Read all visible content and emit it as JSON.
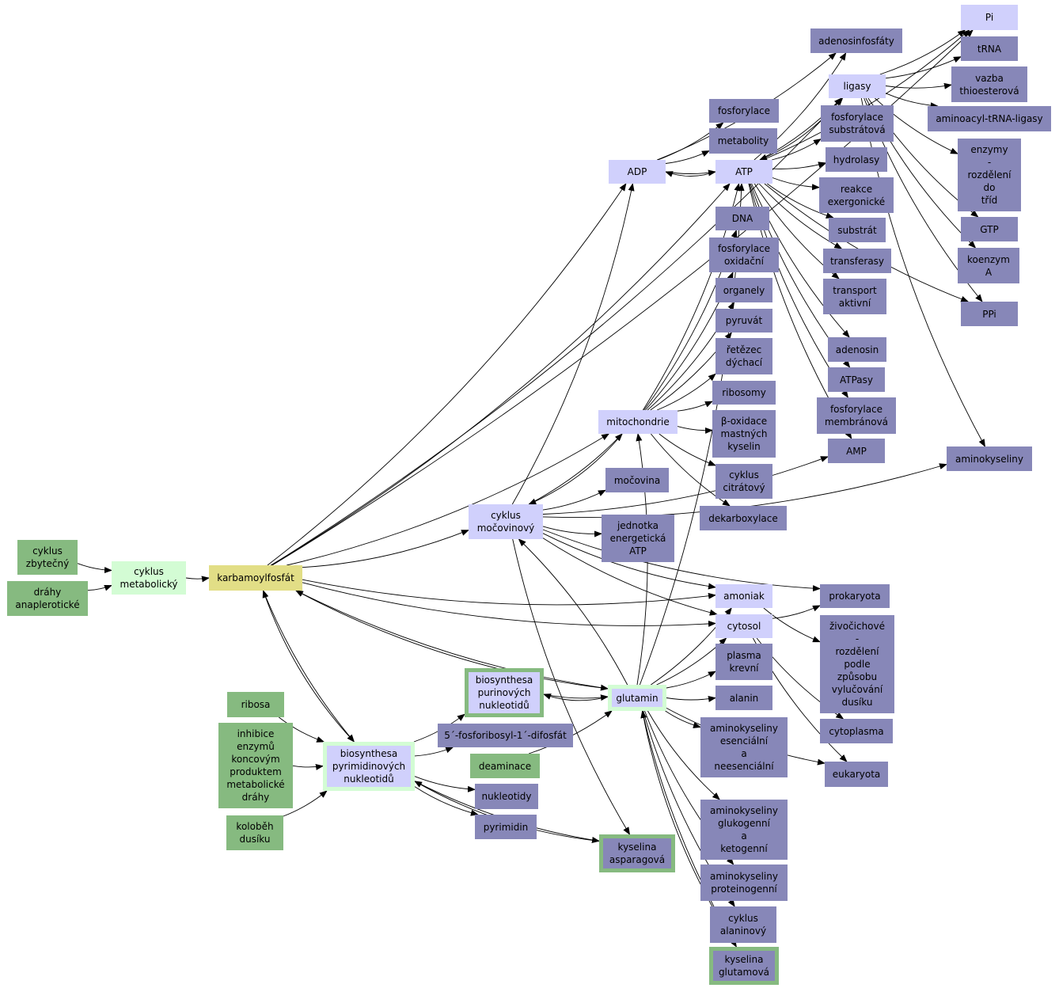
{
  "colors": {
    "center": "#e2de86",
    "input": "#86ba80",
    "light": "#d3fcd4",
    "concept": "#d0d0fc",
    "leaf": "#8787b8",
    "edge": "#000000"
  },
  "nodes": [
    {
      "id": "karbamoylfosfat",
      "label": "karbamoylfosfát",
      "kind": "center"
    },
    {
      "id": "cyklus_zbytecny",
      "label": "cyklus\nzbytečný",
      "kind": "green"
    },
    {
      "id": "drahy_anaplerot",
      "label": "dráhy\nanaplerotické",
      "kind": "green"
    },
    {
      "id": "cyklus_metabolicky",
      "label": "cyklus\nmetabolický",
      "kind": "light"
    },
    {
      "id": "ribosa",
      "label": "ribosa",
      "kind": "green"
    },
    {
      "id": "inhibice",
      "label": "inhibice\nenzymů\nkoncovým\nproduktem\nmetabolické\ndráhy",
      "kind": "green"
    },
    {
      "id": "kolobeh",
      "label": "koloběh\ndusíku",
      "kind": "green"
    },
    {
      "id": "biosynthesa_pyr",
      "label": "biosynthesa\npyrimidinových\nnukleotidů",
      "kind": "concept",
      "frame": "light"
    },
    {
      "id": "biosynthesa_pur",
      "label": "biosynthesa\npurinových\nnukleotidů",
      "kind": "concept",
      "frame": "green"
    },
    {
      "id": "fosforibosyl",
      "label": "5´-fosforibosyl-1´-difosfát",
      "kind": "leaf"
    },
    {
      "id": "deaminace",
      "label": "deaminace",
      "kind": "green"
    },
    {
      "id": "nukleotidy",
      "label": "nukleotidy",
      "kind": "leaf"
    },
    {
      "id": "pyrimidin",
      "label": "pyrimidin",
      "kind": "leaf"
    },
    {
      "id": "kyselina_asp",
      "label": "kyselina\nasparagová",
      "kind": "leaf",
      "frame": "green"
    },
    {
      "id": "glutamin",
      "label": "glutamin",
      "kind": "concept",
      "frame": "light"
    },
    {
      "id": "cyklus_mocovinovy",
      "label": "cyklus\nmočovinový",
      "kind": "concept"
    },
    {
      "id": "mitochondrie",
      "label": "mitochondrie",
      "kind": "concept"
    },
    {
      "id": "adp",
      "label": "ADP",
      "kind": "concept"
    },
    {
      "id": "atp",
      "label": "ATP",
      "kind": "concept"
    },
    {
      "id": "amoniak",
      "label": "amoniak",
      "kind": "concept"
    },
    {
      "id": "cytosol",
      "label": "cytosol",
      "kind": "concept"
    },
    {
      "id": "ligasy",
      "label": "ligasy",
      "kind": "concept"
    },
    {
      "id": "pi",
      "label": "Pi",
      "kind": "concept"
    },
    {
      "id": "mocovina",
      "label": "močovina",
      "kind": "leaf"
    },
    {
      "id": "jednotka",
      "label": "jednotka\nenergetická\nATP",
      "kind": "leaf"
    },
    {
      "id": "fosforylace",
      "label": "fosforylace",
      "kind": "leaf"
    },
    {
      "id": "metabolity",
      "label": "metabolity",
      "kind": "leaf"
    },
    {
      "id": "adenosinfosfaty",
      "label": "adenosinfosfáty",
      "kind": "leaf"
    },
    {
      "id": "dna",
      "label": "DNA",
      "kind": "leaf"
    },
    {
      "id": "fosf_oxid",
      "label": "fosforylace\noxidační",
      "kind": "leaf"
    },
    {
      "id": "organely",
      "label": "organely",
      "kind": "leaf"
    },
    {
      "id": "pyruvat",
      "label": "pyruvát",
      "kind": "leaf"
    },
    {
      "id": "retezec",
      "label": "řetězec\ndýchací",
      "kind": "leaf"
    },
    {
      "id": "ribosomy",
      "label": "ribosomy",
      "kind": "leaf"
    },
    {
      "id": "beta_oxidace",
      "label": "β-oxidace\nmastných\nkyselin",
      "kind": "leaf"
    },
    {
      "id": "cyklus_citratovy",
      "label": "cyklus\ncitrátový",
      "kind": "leaf"
    },
    {
      "id": "dekarboxylace",
      "label": "dekarboxylace",
      "kind": "leaf"
    },
    {
      "id": "fosf_substrat",
      "label": "fosforylace\nsubstrátová",
      "kind": "leaf"
    },
    {
      "id": "hydrolasy",
      "label": "hydrolasy",
      "kind": "leaf"
    },
    {
      "id": "reakce_exerg",
      "label": "reakce\nexergonické",
      "kind": "leaf"
    },
    {
      "id": "substrat",
      "label": "substrát",
      "kind": "leaf"
    },
    {
      "id": "transferasy",
      "label": "transferasy",
      "kind": "leaf"
    },
    {
      "id": "transport",
      "label": "transport\naktivní",
      "kind": "leaf"
    },
    {
      "id": "adenosin",
      "label": "adenosin",
      "kind": "leaf"
    },
    {
      "id": "atpasy",
      "label": "ATPasy",
      "kind": "leaf"
    },
    {
      "id": "fosf_membr",
      "label": "fosforylace\nmembránová",
      "kind": "leaf"
    },
    {
      "id": "amp",
      "label": "AMP",
      "kind": "leaf"
    },
    {
      "id": "trna",
      "label": "tRNA",
      "kind": "leaf"
    },
    {
      "id": "vazba",
      "label": "vazba\nthioesterová",
      "kind": "leaf"
    },
    {
      "id": "aminoacyl",
      "label": "aminoacyl-tRNA-ligasy",
      "kind": "leaf"
    },
    {
      "id": "enzymy",
      "label": "enzymy\n-\nrozdělení\ndo\ntříd",
      "kind": "leaf"
    },
    {
      "id": "gtp",
      "label": "GTP",
      "kind": "leaf"
    },
    {
      "id": "koenzym",
      "label": "koenzym\nA",
      "kind": "leaf"
    },
    {
      "id": "ppi",
      "label": "PPi",
      "kind": "leaf"
    },
    {
      "id": "aminokyseliny",
      "label": "aminokyseliny",
      "kind": "leaf"
    },
    {
      "id": "prokaryota",
      "label": "prokaryota",
      "kind": "leaf"
    },
    {
      "id": "zivocichove",
      "label": "živočichové\n-\nrozdělení\npodle\nzpůsobu\nvylučování\ndusíku",
      "kind": "leaf"
    },
    {
      "id": "cytoplasma",
      "label": "cytoplasma",
      "kind": "leaf"
    },
    {
      "id": "eukaryota",
      "label": "eukaryota",
      "kind": "leaf"
    },
    {
      "id": "plasma",
      "label": "plasma\nkrevní",
      "kind": "leaf"
    },
    {
      "id": "alanin",
      "label": "alanin",
      "kind": "leaf"
    },
    {
      "id": "ak_esenc",
      "label": "aminokyseliny\nesenciální\na\nneesenciální",
      "kind": "leaf"
    },
    {
      "id": "ak_gluko",
      "label": "aminokyseliny\nglukogenní\na\nketogenní",
      "kind": "leaf"
    },
    {
      "id": "ak_protein",
      "label": "aminokyseliny\nproteinogenní",
      "kind": "leaf"
    },
    {
      "id": "cyklus_alaninovy",
      "label": "cyklus\nalaninový",
      "kind": "leaf"
    },
    {
      "id": "kyselina_glu",
      "label": "kyselina\nglutamová",
      "kind": "leaf",
      "frame": "green"
    }
  ],
  "edges": [
    [
      "cyklus_zbytecny",
      "cyklus_metabolicky"
    ],
    [
      "drahy_anaplerot",
      "cyklus_metabolicky"
    ],
    [
      "cyklus_metabolicky",
      "karbamoylfosfat"
    ],
    [
      "karbamoylfosfat",
      "pi"
    ],
    [
      "karbamoylfosfat",
      "ligasy"
    ],
    [
      "karbamoylfosfat",
      "adp"
    ],
    [
      "karbamoylfosfat",
      "atp"
    ],
    [
      "karbamoylfosfat",
      "mitochondrie"
    ],
    [
      "karbamoylfosfat",
      "cyklus_mocovinovy"
    ],
    [
      "karbamoylfosfat",
      "amoniak"
    ],
    [
      "karbamoylfosfat",
      "cytosol"
    ],
    [
      "karbamoylfosfat",
      "glutamin"
    ],
    [
      "karbamoylfosfat",
      "biosynthesa_pyr"
    ],
    [
      "glutamin",
      "karbamoylfosfat"
    ],
    [
      "biosynthesa_pyr",
      "karbamoylfosfat"
    ],
    [
      "ribosa",
      "biosynthesa_pyr"
    ],
    [
      "inhibice",
      "biosynthesa_pyr"
    ],
    [
      "kolobeh",
      "biosynthesa_pyr"
    ],
    [
      "biosynthesa_pyr",
      "biosynthesa_pur"
    ],
    [
      "biosynthesa_pyr",
      "fosforibosyl"
    ],
    [
      "biosynthesa_pyr",
      "nukleotidy"
    ],
    [
      "biosynthesa_pyr",
      "pyrimidin"
    ],
    [
      "biosynthesa_pyr",
      "kyselina_asp"
    ],
    [
      "kyselina_asp",
      "biosynthesa_pyr"
    ],
    [
      "biosynthesa_pur",
      "glutamin"
    ],
    [
      "glutamin",
      "biosynthesa_pur"
    ],
    [
      "deaminace",
      "glutamin"
    ],
    [
      "cyklus_mocovinovy",
      "mocovina"
    ],
    [
      "cyklus_mocovinovy",
      "jednotka"
    ],
    [
      "cyklus_mocovinovy",
      "mitochondrie"
    ],
    [
      "mitochondrie",
      "cyklus_mocovinovy"
    ],
    [
      "cyklus_mocovinovy",
      "adp"
    ],
    [
      "cyklus_mocovinovy",
      "amoniak"
    ],
    [
      "cyklus_mocovinovy",
      "cytosol"
    ],
    [
      "cyklus_mocovinovy",
      "prokaryota"
    ],
    [
      "cyklus_mocovinovy",
      "aminokyseliny"
    ],
    [
      "cyklus_mocovinovy",
      "kyselina_asp"
    ],
    [
      "cyklus_mocovinovy",
      "amp"
    ],
    [
      "glutamin",
      "cyklus_mocovinovy"
    ],
    [
      "glutamin",
      "mitochondrie"
    ],
    [
      "mitochondrie",
      "dna"
    ],
    [
      "mitochondrie",
      "fosf_oxid"
    ],
    [
      "mitochondrie",
      "organely"
    ],
    [
      "mitochondrie",
      "pyruvat"
    ],
    [
      "mitochondrie",
      "retezec"
    ],
    [
      "mitochondrie",
      "ribosomy"
    ],
    [
      "mitochondrie",
      "beta_oxidace"
    ],
    [
      "mitochondrie",
      "cyklus_citratovy"
    ],
    [
      "mitochondrie",
      "dekarboxylace"
    ],
    [
      "mitochondrie",
      "atp"
    ],
    [
      "adp",
      "fosforylace"
    ],
    [
      "adp",
      "metabolity"
    ],
    [
      "adp",
      "adenosinfosfaty"
    ],
    [
      "adp",
      "atp"
    ],
    [
      "atp",
      "adp"
    ],
    [
      "atp",
      "ligasy"
    ],
    [
      "ligasy",
      "atp"
    ],
    [
      "atp",
      "adenosinfosfaty"
    ],
    [
      "atp",
      "fosf_substrat"
    ],
    [
      "atp",
      "hydrolasy"
    ],
    [
      "atp",
      "reakce_exerg"
    ],
    [
      "atp",
      "substrat"
    ],
    [
      "atp",
      "transferasy"
    ],
    [
      "atp",
      "transport"
    ],
    [
      "atp",
      "adenosin"
    ],
    [
      "atp",
      "atpasy"
    ],
    [
      "atp",
      "fosf_membr"
    ],
    [
      "atp",
      "amp"
    ],
    [
      "atp",
      "pi"
    ],
    [
      "atp",
      "ppi"
    ],
    [
      "ligasy",
      "pi"
    ],
    [
      "ligasy",
      "trna"
    ],
    [
      "ligasy",
      "vazba"
    ],
    [
      "ligasy",
      "aminoacyl"
    ],
    [
      "ligasy",
      "enzymy"
    ],
    [
      "ligasy",
      "gtp"
    ],
    [
      "ligasy",
      "koenzym"
    ],
    [
      "ligasy",
      "ppi"
    ],
    [
      "ligasy",
      "aminokyseliny"
    ],
    [
      "amoniak",
      "zivocichove"
    ],
    [
      "cytosol",
      "prokaryota"
    ],
    [
      "cytosol",
      "cytoplasma"
    ],
    [
      "cytosol",
      "eukaryota"
    ],
    [
      "glutamin",
      "amoniak"
    ],
    [
      "glutamin",
      "cytosol"
    ],
    [
      "glutamin",
      "plasma"
    ],
    [
      "glutamin",
      "alanin"
    ],
    [
      "glutamin",
      "ak_esenc"
    ],
    [
      "glutamin",
      "ak_gluko"
    ],
    [
      "glutamin",
      "ak_protein"
    ],
    [
      "glutamin",
      "cyklus_alaninovy"
    ],
    [
      "glutamin",
      "kyselina_glu"
    ],
    [
      "glutamin",
      "atp"
    ],
    [
      "glutamin",
      "eukaryota"
    ],
    [
      "kyselina_glu",
      "glutamin"
    ]
  ]
}
